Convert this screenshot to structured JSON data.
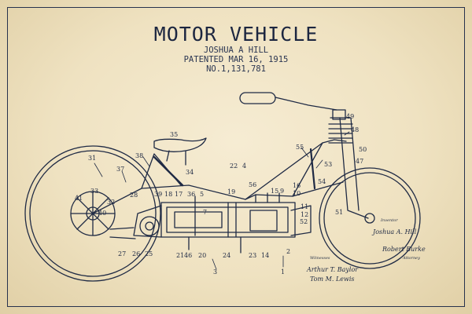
{
  "poster": {
    "title": "MOTOR VEHICLE",
    "inventor": "JOSHUA A HILL",
    "patent_date": "PATENTED MAR 16, 1915",
    "patent_number": "NO.1,131,781"
  },
  "drawing": {
    "subject": "Patent drawing of a motor vehicle (motorcycle), side view",
    "part_numbers": [
      "31",
      "37",
      "38",
      "35",
      "34",
      "33",
      "41",
      "32",
      "40",
      "28",
      "39",
      "18",
      "17",
      "36",
      "5",
      "22",
      "19",
      "4",
      "56",
      "15",
      "9",
      "16",
      "10",
      "55",
      "53",
      "54",
      "52",
      "49",
      "48",
      "50",
      "47",
      "51",
      "11",
      "12",
      "7",
      "27",
      "26",
      "25",
      "21",
      "46",
      "20",
      "24",
      "23",
      "14",
      "2",
      "3",
      "1"
    ],
    "inventor_label": "Inventor",
    "inventor_signature": "Joshua A. Hill",
    "witnesses_label": "Witnesses",
    "attorney_label": "Attorney",
    "witness_signature_1": "Arthur T. Baylor",
    "witness_signature_2": "Tom M. Lewis",
    "attorney_signature": "Robert Burke"
  },
  "colors": {
    "ink": "#1f2a44",
    "paper": "#efe3c4"
  }
}
